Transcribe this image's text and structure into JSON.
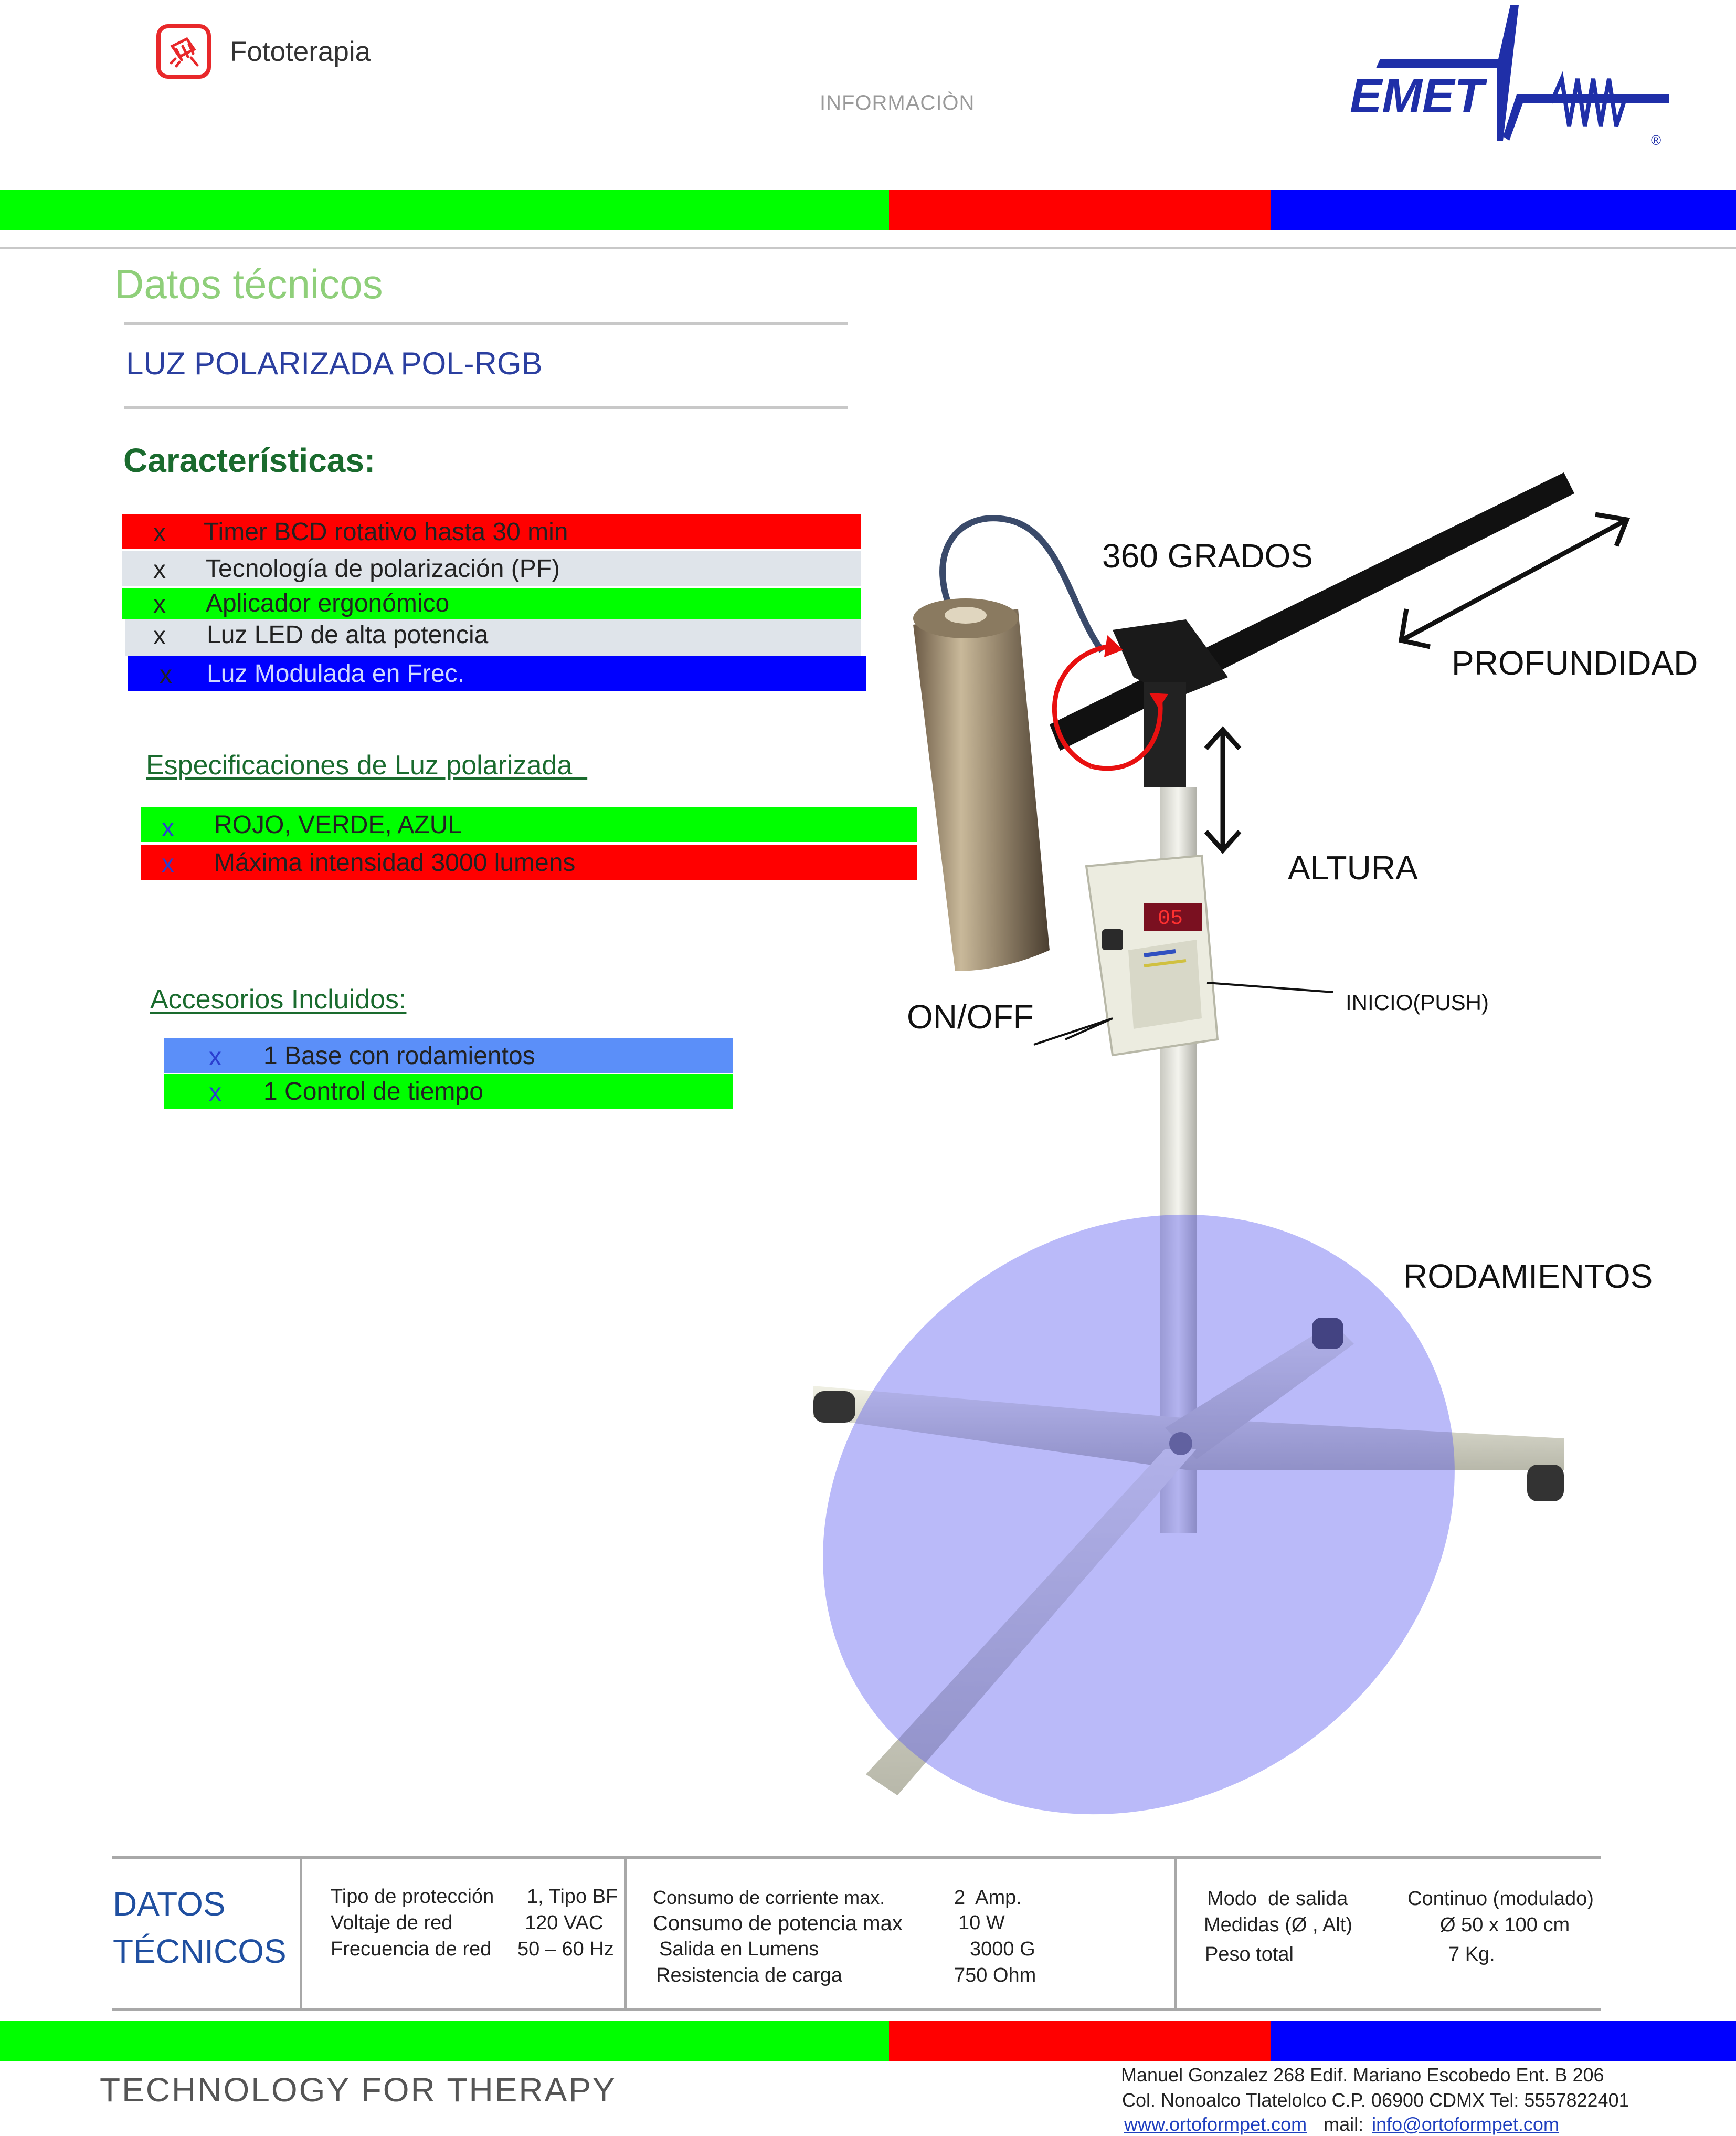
{
  "header": {
    "category": "Fototerapia",
    "section": "INFORMACIÒN",
    "brand": "EMET",
    "registered": "®"
  },
  "title": {
    "section_title": "Datos técnicos",
    "product": "LUZ POLARIZADA   POL-RGB"
  },
  "features": {
    "heading": "Características:",
    "items": [
      {
        "mark": "x",
        "label": "Timer BCD rotativo hasta 30 min",
        "color": "#ff0000"
      },
      {
        "mark": "x",
        "label": "Tecnología de polarización  (PF)",
        "color": "#dfe4ea"
      },
      {
        "mark": "x",
        "label": "Aplicador ergonómico",
        "color": "#00ff00"
      },
      {
        "mark": "x",
        "label": "Luz LED de alta potencia",
        "color": "#dfe4ea"
      },
      {
        "mark": "x",
        "label": " Luz Modulada en Frec.",
        "color": "#0000ff"
      }
    ]
  },
  "specs": {
    "heading": "Especificaciones de Luz polarizada  ",
    "items": [
      {
        "mark": "x",
        "label": "ROJO, VERDE, AZUL",
        "color": "#00ff00"
      },
      {
        "mark": "x",
        "label": "Máxima intensidad 3000 lumens",
        "color": "#ff0000"
      }
    ]
  },
  "accessories": {
    "heading": "Accesorios Incluidos:",
    "items": [
      {
        "mark": "x",
        "label": "1 Base  con rodamientos",
        "color": "#5b8ff9"
      },
      {
        "mark": "x",
        "label": "1 Control de tiempo",
        "color": "#00ff00"
      }
    ]
  },
  "callouts": {
    "rotation": "360 GRADOS",
    "depth": "PROFUNDIDAD",
    "height": "ALTURA",
    "power": "ON/OFF",
    "start": "INICIO(PUSH)",
    "wheels": "RODAMIENTOS",
    "display": "05"
  },
  "tech_data": {
    "heading": "DATOS TÉCNICOS",
    "col1": [
      {
        "label": "Tipo de protección",
        "value": "1, Tipo BF"
      },
      {
        "label": "Voltaje de red",
        "value": "120 VAC"
      },
      {
        "label": "Frecuencia de red",
        "value": "50 – 60 Hz"
      }
    ],
    "col2": [
      {
        "label": "Consumo de corriente max.",
        "value": "2  Amp."
      },
      {
        "label": "Consumo de potencia max",
        "value": "10 W"
      },
      {
        "label": "Salida en Lumens",
        "value": "3000 G"
      },
      {
        "label": "Resistencia de carga",
        "value": "750 Ohm"
      }
    ],
    "col3": [
      {
        "label": "Modo  de salida",
        "value": "Continuo (modulado)"
      },
      {
        "label": "Medidas (Ø , Alt)",
        "value": "Ø 50 x 100 cm"
      },
      {
        "label": "Peso total",
        "value": "7 Kg."
      }
    ]
  },
  "footer": {
    "tagline": "TECHNOLOGY FOR THERAPY",
    "address1": "Manuel Gonzalez 268 Edif. Mariano Escobedo Ent. B 206",
    "address2": "Col. Nonoalco Tlatelolco C.P. 06900 CDMX Tel: 5557822401",
    "web": "www.ortoformpet.com",
    "mail_label": "mail:",
    "mail": "info@ortoformpet.com"
  },
  "colors": {
    "green": "#00ff00",
    "red": "#ff0000",
    "blue": "#0000ff",
    "brand_blue": "#1f2fa8",
    "heading_green": "#1a6b2e"
  }
}
